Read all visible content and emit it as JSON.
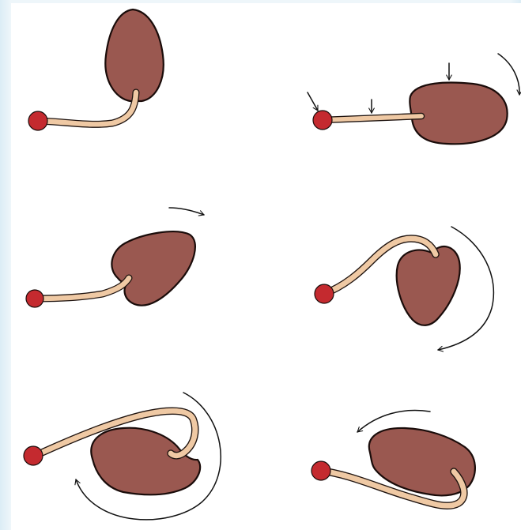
{
  "colors": {
    "background_border": "#e3f0f7",
    "panel": "#ffffff",
    "body_fill": "#9a5850",
    "body_outline": "#1a0c0a",
    "cord_fill": "#efc9a4",
    "cord_outline": "#1f1410",
    "ball_fill": "#c42a2f",
    "arrow_stroke": "#111111"
  },
  "stages": [
    {
      "name": "stage-1",
      "arrows": 0
    },
    {
      "name": "stage-2",
      "arrows": 4
    },
    {
      "name": "stage-3",
      "arrows": 1
    },
    {
      "name": "stage-4",
      "arrows": 1
    },
    {
      "name": "stage-5",
      "arrows": 1
    },
    {
      "name": "stage-6",
      "arrows": 1
    }
  ]
}
